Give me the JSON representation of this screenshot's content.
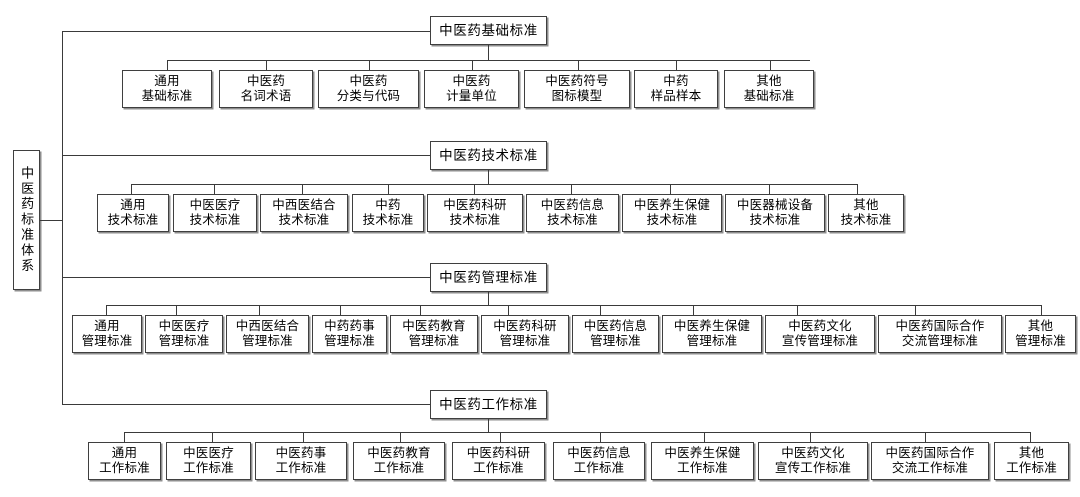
{
  "diagram": {
    "title": "中医药标准体系",
    "root": {
      "label": "中医药标准体系"
    },
    "colors": {
      "line": "#3a3a3a",
      "border": "#3f3f3f",
      "shadow": "#8e8e8e",
      "background": "#ffffff",
      "text": "#000000"
    },
    "branches": [
      {
        "header": "中医药基础标准",
        "children": [
          "通用\n基础标准",
          "中医药\n名词术语",
          "中医药\n分类与代码",
          "中医药\n计量单位",
          "中医药符号\n图标模型",
          "中药\n样品样本",
          "其他\n基础标准"
        ]
      },
      {
        "header": "中医药技术标准",
        "children": [
          "通用\n技术标准",
          "中医医疗\n技术标准",
          "中西医结合\n技术标准",
          "中药\n技术标准",
          "中医药科研\n技术标准",
          "中医药信息\n技术标准",
          "中医养生保健\n技术标准",
          "中医器械设备\n技术标准",
          "其他\n技术标准"
        ]
      },
      {
        "header": "中医药管理标准",
        "children": [
          "通用\n管理标准",
          "中医医疗\n管理标准",
          "中西医结合\n管理标准",
          "中药药事\n管理标准",
          "中医药教育\n管理标准",
          "中医药科研\n管理标准",
          "中医药信息\n管理标准",
          "中医养生保健\n管理标准",
          "中医药文化\n宣传管理标准",
          "中医药国际合作\n交流管理标准",
          "其他\n管理标准"
        ]
      },
      {
        "header": "中医药工作标准",
        "children": [
          "通用\n工作标准",
          "中医医疗\n工作标准",
          "中医药事\n工作标准",
          "中医药教育\n工作标准",
          "中医药科研\n工作标准",
          "中医药信息\n工作标准",
          "中医养生保健\n工作标准",
          "中医药文化\n宣传工作标准",
          "中医药国际合作\n交流工作标准",
          "其他\n工作标准"
        ]
      }
    ]
  }
}
